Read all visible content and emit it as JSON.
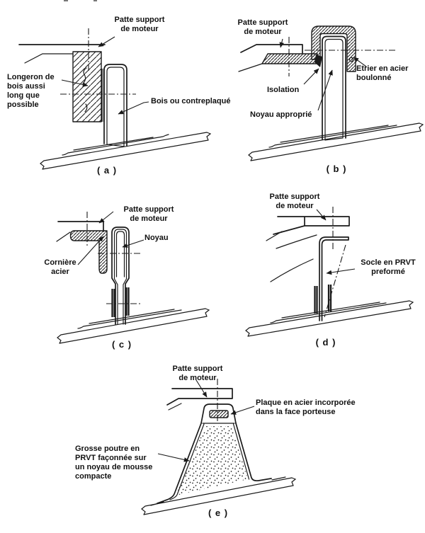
{
  "figure": {
    "colors": {
      "ink": "#1a1a1a",
      "paper": "#ffffff"
    },
    "diagrams": [
      {
        "caption": "( a )",
        "labels": {
          "patte": "Patte support\nde moteur",
          "longeron": "Longeron de\nbois aussi\nlong que\npossible",
          "bois": "Bois ou contreplaqué"
        }
      },
      {
        "caption": "( b )",
        "labels": {
          "patte": "Patte support\nde moteur",
          "etrier": "Etrier en acier\nboulonné",
          "isolation": "Isolation",
          "noyau": "Noyau approprié"
        }
      },
      {
        "caption": "( c )",
        "labels": {
          "patte": "Patte support\nde moteur",
          "noyau": "Noyau",
          "corniere": "Cornière\nacier"
        }
      },
      {
        "caption": "( d )",
        "labels": {
          "patte": "Patte support\nde moteur",
          "socle": "Socle en PRVT\npreformé"
        }
      },
      {
        "caption": "( e )",
        "labels": {
          "patte": "Patte support\nde moteur",
          "plaque": "Plaque en acier incorporée\ndans la face porteuse",
          "poutre": "Grosse poutre en\nPRVT façonnée sur\nun noyau de mousse\ncompacte"
        }
      }
    ]
  }
}
